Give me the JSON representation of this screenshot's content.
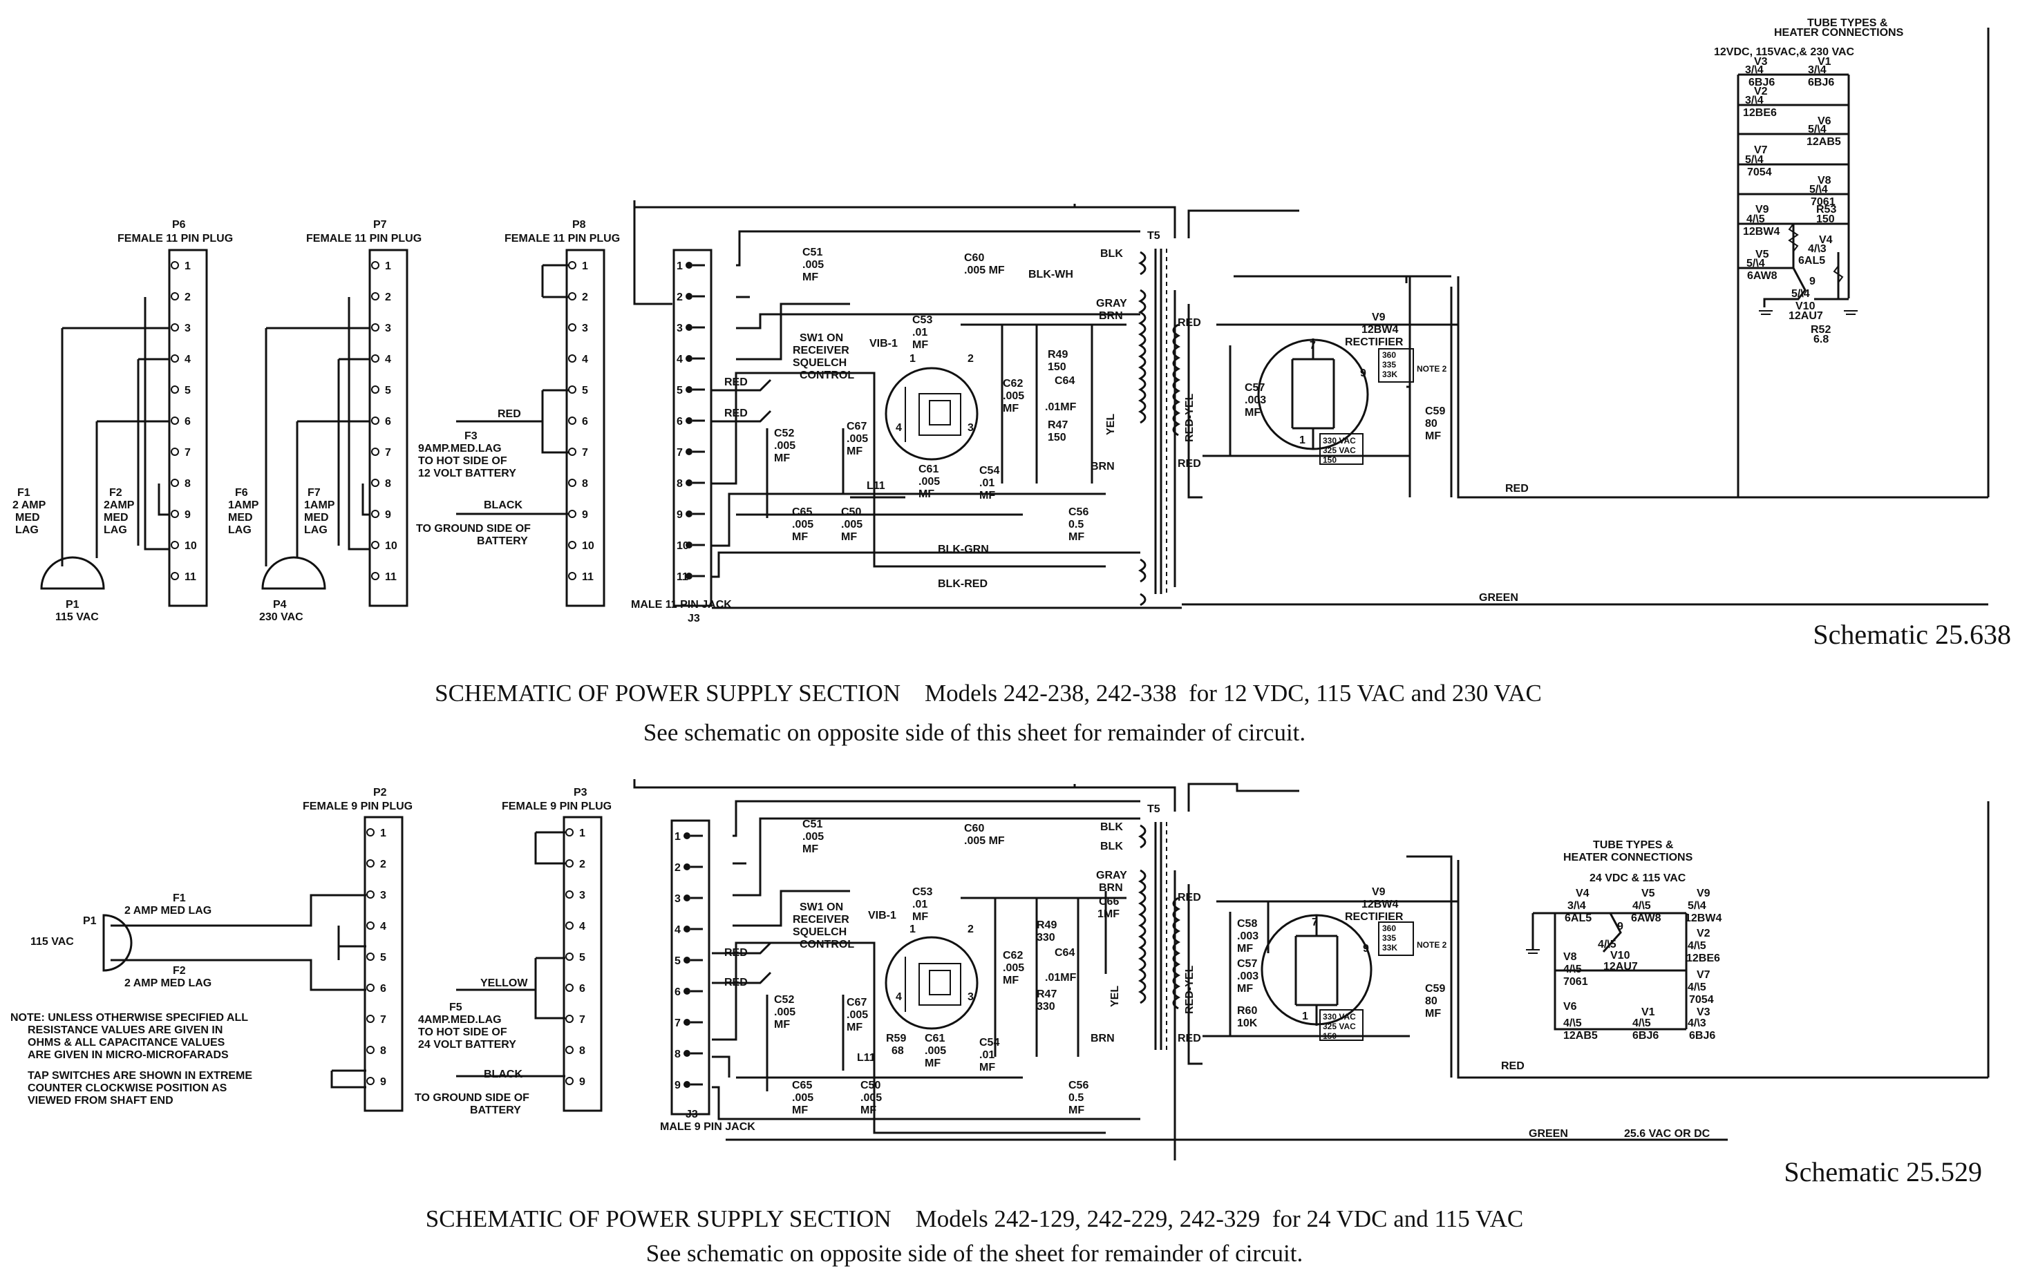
{
  "top": {
    "plugs": [
      {
        "name": "P6",
        "type": "FEMALE 11 PIN PLUG",
        "pins": [
          "1",
          "2",
          "3",
          "4",
          "5",
          "6",
          "7",
          "8",
          "9",
          "10",
          "11"
        ]
      },
      {
        "name": "P7",
        "type": "FEMALE 11 PIN PLUG",
        "pins": [
          "1",
          "2",
          "3",
          "4",
          "5",
          "6",
          "7",
          "8",
          "9",
          "10",
          "11"
        ]
      },
      {
        "name": "P8",
        "type": "FEMALE 11 PIN PLUG",
        "pins": [
          "1",
          "2",
          "3",
          "4",
          "5",
          "6",
          "7",
          "8",
          "9",
          "10",
          "11"
        ]
      }
    ],
    "jack": {
      "name": "J3",
      "type": "MALE 11 PIN JACK",
      "pins": [
        "1",
        "2",
        "3",
        "4",
        "5",
        "6",
        "7",
        "8",
        "9",
        "10",
        "11"
      ]
    },
    "labels": {
      "f1": "F1",
      "f1a": "2 AMP",
      "f1b": "MED",
      "f1c": "LAG",
      "f2": "F2",
      "f2a": "2AMP",
      "f2b": "MED",
      "f2c": "LAG",
      "f6": "F6",
      "f6a": "1AMP",
      "f6b": "MED",
      "f6c": "LAG",
      "f7": "F7",
      "f7a": "1AMP",
      "f7b": "MED",
      "f7c": "LAG",
      "p1": "P1",
      "p1v": "115 VAC",
      "p4": "P4",
      "p4v": "230 VAC",
      "red": "RED",
      "f3a": "F3",
      "f3b": "9AMP.MED.LAG",
      "f3c": "TO HOT SIDE OF",
      "f3d": "12 VOLT BATTERY",
      "black": "BLACK",
      "gnd1": "TO GROUND SIDE OF",
      "gnd2": "BATTERY",
      "c51": "C51",
      "c51v": ".005",
      "c51u": "MF",
      "c60": "C60",
      "c60v": ".005 MF",
      "blkwh": "BLK-WH",
      "blk": "BLK",
      "gray": "GRAY",
      "brn": "BRN",
      "t5": "T5",
      "sw1": "SW1 ON",
      "sw2": "RECEIVER",
      "sw3": "SQUELCH",
      "sw4": "CONTROL",
      "red1": "RED",
      "red2": "RED",
      "c52": "C52",
      "c52v": ".005",
      "c52u": "MF",
      "c67": "C67",
      "c67v": ".005",
      "c67u": "MF",
      "vib": "VIB-1",
      "c53": "C53",
      "c53v": ".01",
      "c53u": "MF",
      "c62": "C62",
      "c62v": ".005",
      "c62u": "MF",
      "r49": "R49",
      "r49v": "150",
      "c64": "C64",
      "c64v": ".01MF",
      "r47": "R47",
      "r47v": "150",
      "yel": "YEL",
      "brn2": "BRN",
      "c61": "C61",
      "c61v": ".005",
      "c61u": "MF",
      "c54": "C54",
      "c54v": ".01",
      "c54u": "MF",
      "l11": "L11",
      "c65": "C65",
      "c65v": ".005",
      "c65u": "MF",
      "c50": "C50",
      "c50v": ".005",
      "c50u": "MF",
      "c56": "C56",
      "c56v": "0.5",
      "c56u": "MF",
      "blkgrn": "BLK-GRN",
      "blkred": "BLK-RED",
      "tred": "RED",
      "redyel": "RED-YEL",
      "tred2": "RED",
      "c57": "C57",
      "c57v": ".003",
      "c57u": "MF",
      "v9": "V9",
      "v9t": "12BW4",
      "v9r": "RECTIFIER",
      "pin7": "7",
      "pin9": "9",
      "pin1": "1",
      "box1a": "360",
      "box1b": "335",
      "box1c": "33K",
      "note2": "NOTE 2",
      "box2a": "330 VAC",
      "box2b": "325 VAC",
      "box2c": "150",
      "c59": "C59",
      "c59v": "80",
      "c59u": "MF",
      "redw": "RED",
      "green": "GREEN",
      "vp1": "1",
      "vp2": "2",
      "vp3": "3",
      "vp4": "4"
    },
    "heater": {
      "title1": "TUBE TYPES &",
      "title2": "HEATER CONNECTIONS",
      "supply": "12VDC, 115VAC,& 230 VAC",
      "v3": "V3",
      "v3p": "3/\\4",
      "v3t": "6BJ6",
      "v1": "V1",
      "v1p": "3/\\4",
      "v1t": "6BJ6",
      "v2": "V2",
      "v2p": "3/\\4",
      "v2t": "12BE6",
      "v6": "V6",
      "v6p": "5/\\4",
      "v6t": "12AB5",
      "v7": "V7",
      "v7p": "5/\\4",
      "v7t": "7054",
      "v8": "V8",
      "v8p": "5/\\4",
      "v8t": "7061",
      "v9": "V9",
      "v9p": "4/\\5",
      "v9t": "12BW4",
      "r53": "R53",
      "r53v": "150",
      "v4": "V4",
      "v4p": "4/\\3",
      "v4t": "6AL5",
      "v5": "V5",
      "v5p": "5/\\4",
      "v5t": "6AW8",
      "v10n": "9",
      "v10p": "5/\\4",
      "v10": "V10",
      "v10t": "12AU7",
      "r52": "R52",
      "r52v": "6.8"
    },
    "schematic_no": "Schematic 25.638",
    "caption1": "SCHEMATIC OF POWER SUPPLY SECTION    Models 242-238, 242-338  for 12 VDC, 115 VAC and 230 VAC",
    "caption2": "See schematic on opposite side of this sheet for remainder of circuit."
  },
  "bottom": {
    "plugs": [
      {
        "name": "P2",
        "type": "FEMALE 9 PIN PLUG",
        "pins": [
          "1",
          "2",
          "3",
          "4",
          "5",
          "6",
          "7",
          "8",
          "9"
        ]
      },
      {
        "name": "P3",
        "type": "FEMALE 9 PIN PLUG",
        "pins": [
          "1",
          "2",
          "3",
          "4",
          "5",
          "6",
          "7",
          "8",
          "9"
        ]
      }
    ],
    "jack": {
      "name": "J3",
      "type": "MALE 9 PIN JACK",
      "pins": [
        "1",
        "2",
        "3",
        "4",
        "5",
        "6",
        "7",
        "8",
        "9"
      ]
    },
    "labels": {
      "p1": "P1",
      "v115": "115 VAC",
      "f1": "F1",
      "f1v": "2 AMP MED LAG",
      "f2": "F2",
      "f2v": "2 AMP MED LAG",
      "n1": "NOTE: UNLESS OTHERWISE SPECIFIED ALL",
      "n2": "RESISTANCE VALUES ARE GIVEN IN",
      "n3": "OHMS & ALL CAPACITANCE VALUES",
      "n4": "ARE GIVEN IN MICRO-MICROFARADS",
      "t1": "TAP SWITCHES ARE SHOWN IN EXTREME",
      "t2": "COUNTER CLOCKWISE POSITION AS",
      "t3": "VIEWED FROM SHAFT END",
      "yellow": "YELLOW",
      "f5a": "F5",
      "f5b": "4AMP.MED.LAG",
      "f5c": "TO HOT SIDE OF",
      "f5d": "24 VOLT BATTERY",
      "black": "BLACK",
      "gnd1": "TO GROUND SIDE OF",
      "gnd2": "BATTERY",
      "c51": "C51",
      "c51v": ".005",
      "c51u": "MF",
      "c60": "C60",
      "c60v": ".005 MF",
      "blk1": "BLK",
      "blk2": "BLK",
      "gray": "GRAY",
      "brn": "BRN",
      "t5": "T5",
      "sw1": "SW1 ON",
      "sw2": "RECEIVER",
      "sw3": "SQUELCH",
      "sw4": "CONTROL",
      "red1": "RED",
      "red2": "RED",
      "c52": "C52",
      "c52v": ".005",
      "c52u": "MF",
      "c67": "C67",
      "c67v": ".005",
      "c67u": "MF",
      "vib": "VIB-1",
      "c53": "C53",
      "c53v": ".01",
      "c53u": "MF",
      "c62": "C62",
      "c62v": ".005",
      "c62u": "MF",
      "r49": "R49",
      "r49v": "330",
      "c66": "C66",
      "c66v": "1MF",
      "c64": "C64",
      "c64v": ".01MF",
      "r47": "R47",
      "r47v": "330",
      "yel": "YEL",
      "brn2": "BRN",
      "r59": "R59",
      "r59v": "68",
      "c61": "C61",
      "c61v": ".005",
      "c61u": "MF",
      "c54": "C54",
      "c54v": ".01",
      "c54u": "MF",
      "l11": "L11",
      "c65": "C65",
      "c65v": ".005",
      "c65u": "MF",
      "c50": "C50",
      "c50v": ".005",
      "c50u": "MF",
      "c56": "C56",
      "c56v": "0.5",
      "c56u": "MF",
      "tred": "RED",
      "redyel": "RED-YEL",
      "tred2": "RED",
      "c58": "C58",
      "c58v": ".003",
      "c58u": "MF",
      "c57": "C57",
      "c57v": ".003",
      "c57u": "MF",
      "r60": "R60",
      "r60v": "10K",
      "v9": "V9",
      "v9t": "12BW4",
      "v9r": "RECTIFIER",
      "pin7": "7",
      "pin9": "9",
      "pin1": "1",
      "box1a": "360",
      "box1b": "335",
      "box1c": "33K",
      "note2": "NOTE 2",
      "box2a": "330 VAC",
      "box2b": "325 VAC",
      "box2c": "150",
      "c59": "C59",
      "c59v": "80",
      "c59u": "MF",
      "redw": "RED",
      "green": "GREEN",
      "greenv": "25.6 VAC OR DC",
      "vp1": "1",
      "vp2": "2",
      "vp3": "3",
      "vp4": "4"
    },
    "heater": {
      "title1": "TUBE TYPES &",
      "title2": "HEATER CONNECTIONS",
      "supply": "24 VDC & 115 VAC",
      "v4": "V4",
      "v4p": "3/\\4",
      "v4t": "6AL5",
      "v5": "V5",
      "v5p": "4/\\5",
      "v5t": "6AW8",
      "v9": "V9",
      "v9p": "5/\\4",
      "v9t": "12BW4",
      "v2": "V2",
      "v2p": "4/\\5",
      "v2t": "12BE6",
      "v10n": "9",
      "v10p": "4/\\5",
      "v10": "V10",
      "v10t": "12AU7",
      "v8": "V8",
      "v8p": "4/\\5",
      "v8t": "7061",
      "v7": "V7",
      "v7p": "4/\\5",
      "v7t": "7054",
      "v6": "V6",
      "v6p": "4/\\5",
      "v6t": "12AB5",
      "v1": "V1",
      "v1p": "4/\\5",
      "v1t": "6BJ6",
      "v3": "V3",
      "v3p": "4/\\3",
      "v3t": "6BJ6"
    },
    "schematic_no": "Schematic 25.529",
    "caption1": "SCHEMATIC OF POWER SUPPLY SECTION    Models 242-129, 242-229, 242-329  for 24 VDC and 115 VAC",
    "caption2": "See schematic on opposite side of the sheet for remainder of circuit."
  }
}
